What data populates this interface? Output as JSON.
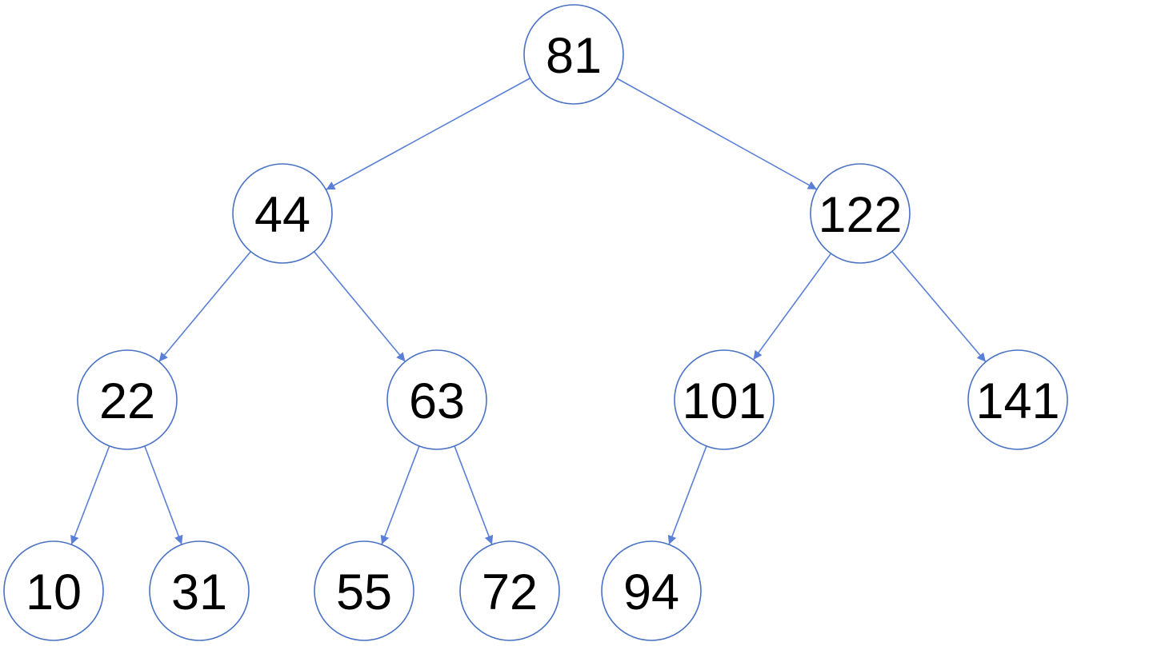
{
  "colors": {
    "edge": "#5a7fd6",
    "node_border": "#4a72c4",
    "text": "#000000",
    "background": "#ffffff"
  },
  "tree": {
    "nodes": [
      {
        "id": "n81",
        "label": "81"
      },
      {
        "id": "n44",
        "label": "44"
      },
      {
        "id": "n122",
        "label": "122"
      },
      {
        "id": "n22",
        "label": "22"
      },
      {
        "id": "n63",
        "label": "63"
      },
      {
        "id": "n101",
        "label": "101"
      },
      {
        "id": "n141",
        "label": "141"
      },
      {
        "id": "n10",
        "label": "10"
      },
      {
        "id": "n31",
        "label": "31"
      },
      {
        "id": "n55",
        "label": "55"
      },
      {
        "id": "n72",
        "label": "72"
      },
      {
        "id": "n94",
        "label": "94"
      }
    ],
    "edges": [
      {
        "from": "n81",
        "to": "n44"
      },
      {
        "from": "n81",
        "to": "n122"
      },
      {
        "from": "n44",
        "to": "n22"
      },
      {
        "from": "n44",
        "to": "n63"
      },
      {
        "from": "n122",
        "to": "n101"
      },
      {
        "from": "n122",
        "to": "n141"
      },
      {
        "from": "n22",
        "to": "n10"
      },
      {
        "from": "n22",
        "to": "n31"
      },
      {
        "from": "n63",
        "to": "n55"
      },
      {
        "from": "n63",
        "to": "n72"
      },
      {
        "from": "n101",
        "to": "n94"
      }
    ]
  }
}
